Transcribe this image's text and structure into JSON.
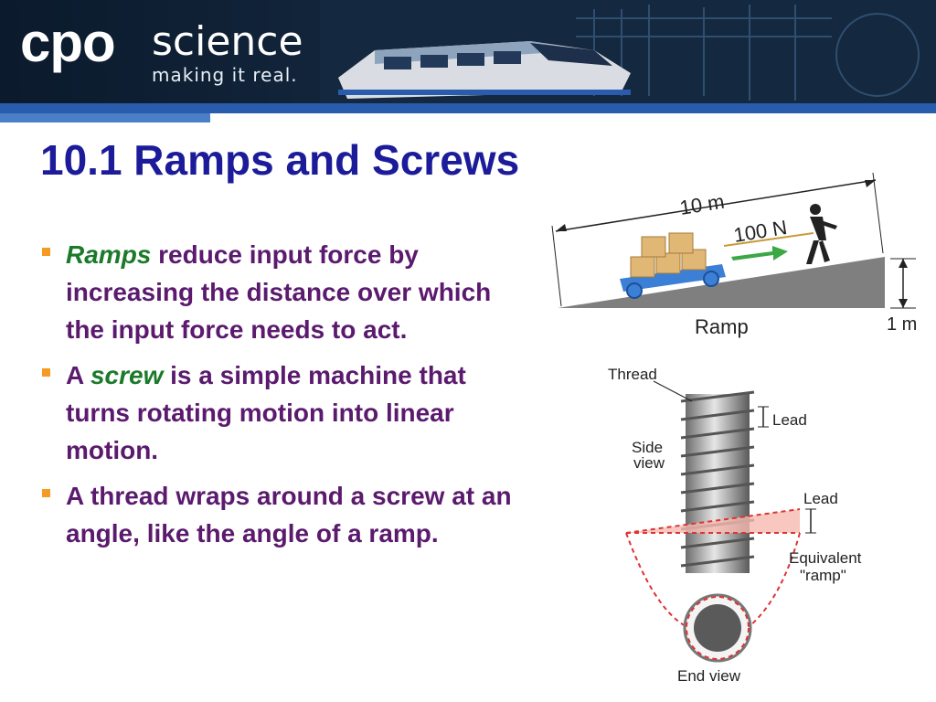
{
  "header": {
    "logo_main": "cpo",
    "logo_sub": "science",
    "tagline": "making it real."
  },
  "slide": {
    "title": "10.1 Ramps and Screws",
    "bullets": [
      {
        "term": "Ramps",
        "pre": "",
        "rest": " reduce input force by increasing the distance over which the input force needs to act."
      },
      {
        "term": "screw",
        "pre": "A ",
        "rest": " is a simple machine that turns rotating motion into linear motion."
      },
      {
        "term": "",
        "pre": "",
        "rest": "A thread wraps around a screw at an angle, like the angle of a ramp."
      }
    ]
  },
  "ramp_figure": {
    "length_label": "10 m",
    "force_label": "100 N",
    "height_label": "1 m",
    "caption": "Ramp"
  },
  "screw_figure": {
    "thread_label": "Thread",
    "side_view_line1": "Side",
    "side_view_line2": "view",
    "lead_label_top": "Lead",
    "lead_label_bottom": "Lead",
    "equivalent_line1": "Equivalent",
    "equivalent_line2": "\"ramp\"",
    "end_view_label": "End view"
  },
  "colors": {
    "title": "#1c1c9a",
    "body_text": "#5b1a6e",
    "term": "#1b7a2a",
    "bullet": "#f59a23",
    "header_bar": "#2a5cae"
  }
}
